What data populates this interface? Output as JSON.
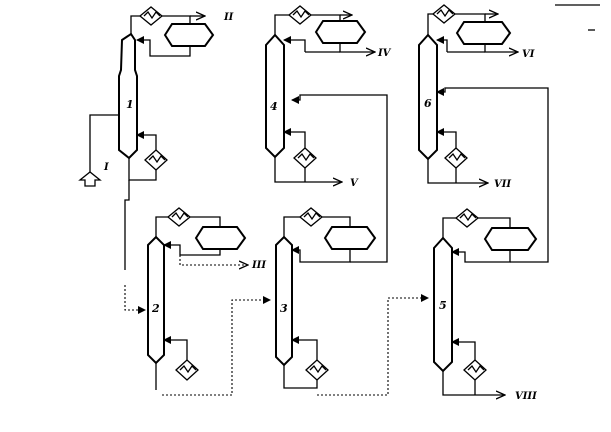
{
  "labels": {
    "col_1": "1",
    "col_2": "2",
    "col_3": "3",
    "col_4": "4",
    "col_5": "5",
    "col_6": "6",
    "stream_I": "I",
    "stream_II": "II",
    "stream_III": "III",
    "stream_IV": "IV",
    "stream_V": "V",
    "stream_VI": "VI",
    "stream_VII": "VII",
    "stream_VIII": "VIII"
  }
}
